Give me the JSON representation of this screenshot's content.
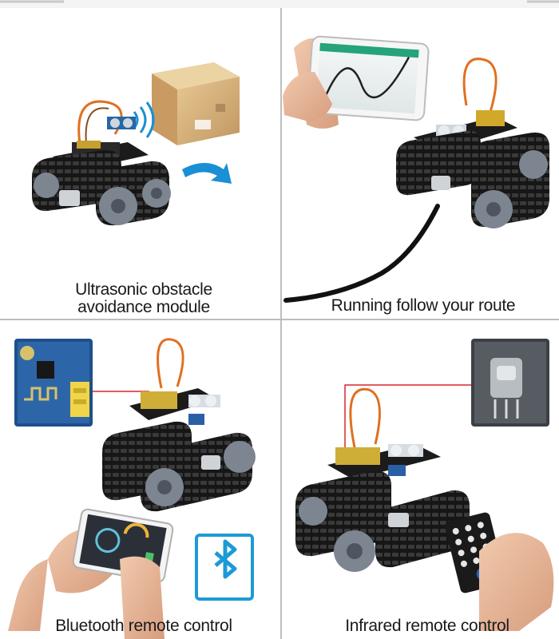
{
  "panels": {
    "top_left": {
      "caption_line1": "Ultrasonic obstacle",
      "caption_line2": "avoidance module"
    },
    "top_right": {
      "caption": "Running follow your route"
    },
    "bottom_left": {
      "caption": "Bluetooth remote control"
    },
    "bottom_right": {
      "caption": "Infrared remote control"
    }
  },
  "colors": {
    "background": "#ffffff",
    "divider": "#b9b9b9",
    "robot_body": "#1b1b1b",
    "wheel_hub": "#7d8591",
    "box": "#d8b47f",
    "arrow": "#1a8fd6",
    "bluetooth_blue": "#1d9ad6",
    "pcb_blue": "#1f4f8a",
    "wire": "#e07020",
    "red_line": "#d9262b",
    "skin": "#e9b99a"
  },
  "icons": [
    "box-icon",
    "arrow-icon",
    "bluetooth-icon",
    "phone-icon",
    "ir-remote-icon",
    "robot-icon"
  ]
}
